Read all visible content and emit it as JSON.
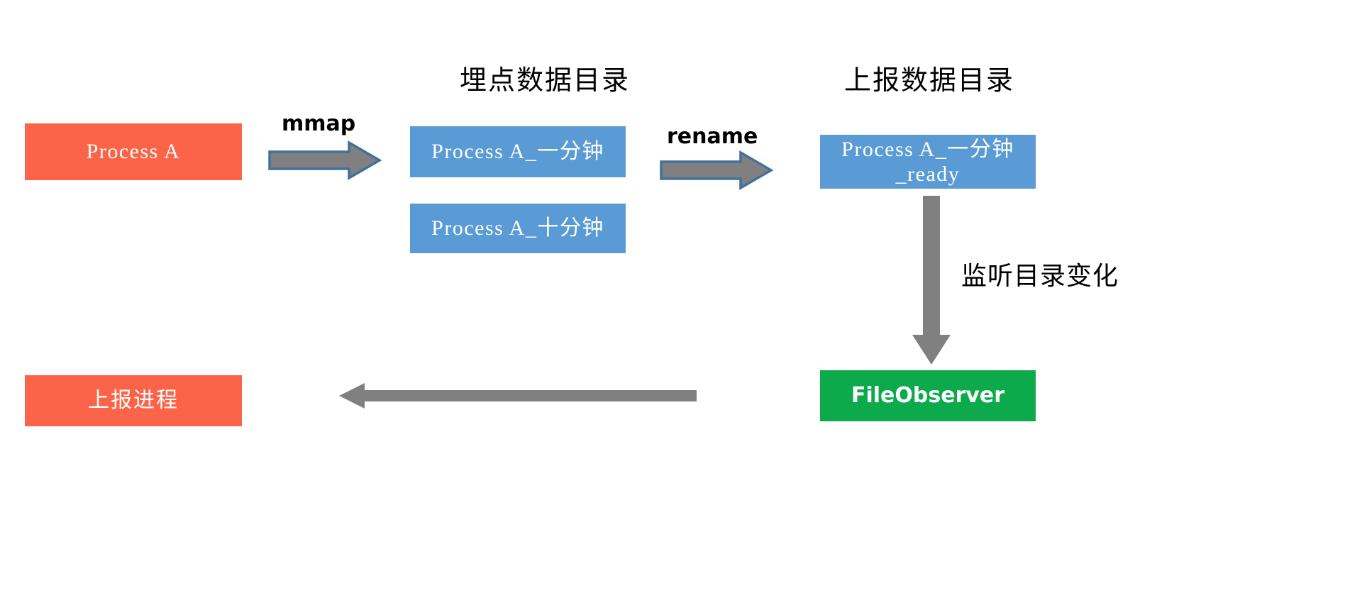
{
  "diagram": {
    "background": "#FFFFFF",
    "titles": [
      {
        "id": "buried-point-dir",
        "text": "埋点数据目录"
      },
      {
        "id": "report-data-dir",
        "text": "上报数据目录"
      }
    ],
    "nodes": [
      {
        "id": "process-a",
        "label": "Process A",
        "color": "#FB6449",
        "shape": "rect"
      },
      {
        "id": "file-one-minute",
        "label": "Process A_一分钟",
        "color": "#5B9BD5",
        "shape": "rect"
      },
      {
        "id": "file-ten-minute",
        "label": "Process A_十分钟",
        "color": "#5B9BD5",
        "shape": "rect"
      },
      {
        "id": "file-one-minute-ready",
        "label": "Process A_一分钟\n_ready",
        "color": "#5B9BD5",
        "shape": "rect"
      },
      {
        "id": "file-observer",
        "label": "FileObserver",
        "color": "#0DAA4B",
        "shape": "rect"
      },
      {
        "id": "report-process",
        "label": "上报进程",
        "color": "#FB6449",
        "shape": "rect"
      }
    ],
    "edges": [
      {
        "id": "mmap-edge",
        "label": "mmap",
        "from": "process-a",
        "to": "file-one-minute",
        "direction": "right",
        "style": "block-arrow",
        "fill": "#808080",
        "stroke": "#41719C"
      },
      {
        "id": "rename-edge",
        "label": "rename",
        "from": "file-one-minute",
        "to": "file-one-minute-ready",
        "direction": "right",
        "style": "block-arrow",
        "fill": "#808080",
        "stroke": "#41719C"
      },
      {
        "id": "watch-dir-edge",
        "label": "监听目录变化",
        "from": "file-one-minute-ready",
        "to": "file-observer",
        "direction": "down",
        "style": "thick-arrow",
        "fill": "#808080",
        "stroke": "none"
      },
      {
        "id": "notify-edge",
        "label": "",
        "from": "file-observer",
        "to": "report-process",
        "direction": "left",
        "style": "thin-arrow",
        "fill": "#808080",
        "stroke": "none"
      }
    ]
  }
}
